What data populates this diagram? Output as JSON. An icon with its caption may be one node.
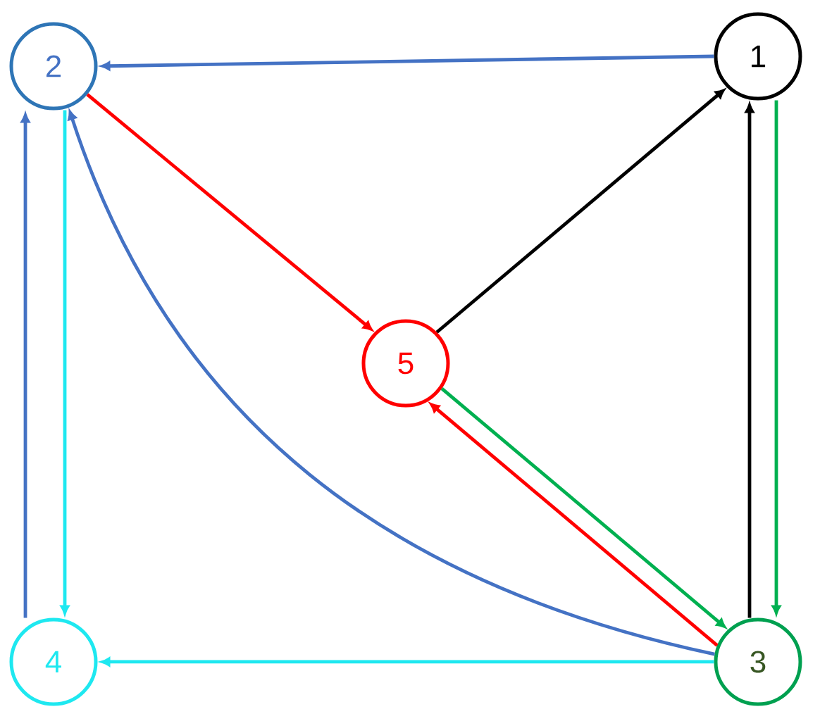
{
  "diagram": {
    "nodes": [
      {
        "text": [
          "1"
        ]
      },
      {
        "text": [
          "2"
        ]
      },
      {
        "text": [
          "3"
        ]
      },
      {
        "text": [
          "4"
        ]
      },
      {
        "text": [
          "5"
        ]
      }
    ],
    "edges": [
      {
        "from": 0,
        "to": 1,
        "arrow": "to",
        "color": "#4472c4"
      },
      {
        "from": 0,
        "to": 2,
        "arrow": "to",
        "color": "#00b050"
      },
      {
        "from": 2,
        "to": 0,
        "arrow": "to",
        "color": "#000000"
      },
      {
        "from": 1,
        "to": 4,
        "arrow": "to",
        "color": "#ff0000"
      },
      {
        "from": 4,
        "to": 0,
        "arrow": "to",
        "color": "#000000"
      },
      {
        "from": 4,
        "to": 2,
        "arrow": "to",
        "color": "#00b050"
      },
      {
        "from": 2,
        "to": 4,
        "arrow": "to",
        "color": "#ff0000"
      },
      {
        "from": 2,
        "to": 1,
        "arrow": "to",
        "color": "#4472c4"
      },
      {
        "from": 2,
        "to": 3,
        "arrow": "to",
        "color": "#1ee8f0"
      },
      {
        "from": 3,
        "to": 1,
        "arrow": "to",
        "color": "#4472c4"
      },
      {
        "from": 1,
        "to": 3,
        "arrow": "to",
        "color": "#1ee8f0"
      }
    ]
  }
}
